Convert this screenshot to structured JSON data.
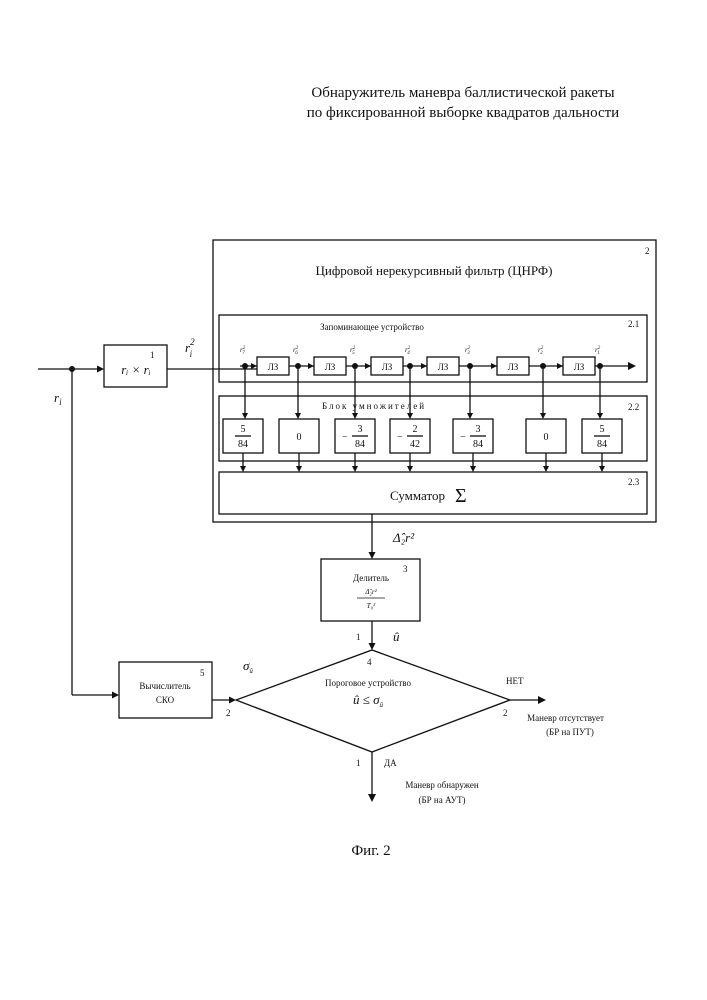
{
  "title": {
    "line1": "Обнаружитель маневра баллистической ракеты",
    "line2": "по фиксированной выборке квадратов дальности"
  },
  "input": {
    "label": "r",
    "sub": "i"
  },
  "squarer": {
    "num": "1",
    "text": "rᵢ × rᵢ"
  },
  "squarer_out": {
    "label": "r",
    "sub": "i",
    "sup": "2"
  },
  "filter": {
    "num": "2",
    "title": "Цифровой нерекурсивный фильтр (ЦНРФ)"
  },
  "memory": {
    "num": "2.1",
    "title": "Запоминающее устройство",
    "delay_label": "ЛЗ",
    "taps": [
      "7",
      "6",
      "5",
      "4",
      "3",
      "2",
      "1"
    ]
  },
  "multipliers": {
    "num": "2.2",
    "title": "Блок умножителей",
    "coeffs": [
      {
        "sign": "",
        "num": "5",
        "den": "84"
      },
      {
        "sign": "",
        "num": "0",
        "den": ""
      },
      {
        "sign": "−",
        "num": "3",
        "den": "84"
      },
      {
        "sign": "−",
        "num": "2",
        "den": "42"
      },
      {
        "sign": "−",
        "num": "3",
        "den": "84"
      },
      {
        "sign": "",
        "num": "0",
        "den": ""
      },
      {
        "sign": "",
        "num": "5",
        "den": "84"
      }
    ]
  },
  "summator": {
    "num": "2.3",
    "label": "Сумматор",
    "symbol": "Σ"
  },
  "filter_out": {
    "label": "Δ̂₂r²"
  },
  "divider": {
    "num": "3",
    "label": "Делитель",
    "frac_num": "Δ̂₂r²",
    "frac_den": "T₀²"
  },
  "u_hat": "û",
  "sko": {
    "num": "5",
    "line1": "Вычислитель",
    "line2": "СКО"
  },
  "sigma": "σ",
  "sigma_sub": "û",
  "threshold": {
    "num": "4",
    "label": "Пороговое устройство",
    "cond": "û ≤ σ",
    "cond_sub": "û",
    "in1": "1",
    "in2": "2",
    "out_no": "2",
    "out_yes": "1"
  },
  "no_branch": {
    "label": "НЕТ",
    "line1": "Маневр отсутствует",
    "line2": "(БР на ПУТ)"
  },
  "yes_branch": {
    "label": "ДА",
    "line1": "Маневр обнаружен",
    "line2": "(БР на АУТ)"
  },
  "caption": "Фиг. 2"
}
